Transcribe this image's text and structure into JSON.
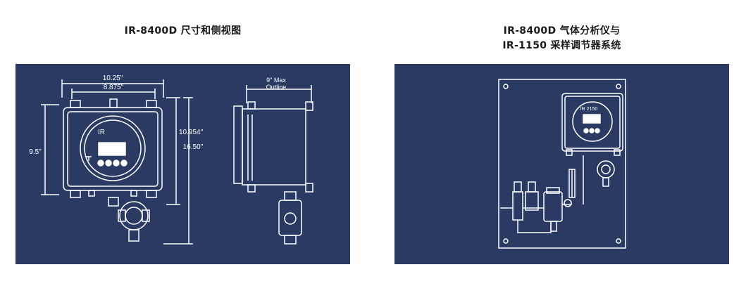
{
  "colors": {
    "figure_bg": "#2a3a63",
    "line": "#ffffff",
    "caption": "#1a1a1a"
  },
  "left": {
    "caption": "IR-8400D 尺寸和侧视图",
    "dims": {
      "overall_width": "10.25\"",
      "inner_width": "8.875\"",
      "side_height": "9.5\"",
      "mid_height": "10.954\"",
      "overall_height": "16.50\"",
      "depth_line1": "9\" Max",
      "depth_line2": "Outline"
    },
    "display_brand": "IR"
  },
  "right": {
    "caption_line1": "IR-8400D 气体分析仪与",
    "caption_line2": "IR-1150 采样调节器系统",
    "display_brand": "IR 2150"
  }
}
